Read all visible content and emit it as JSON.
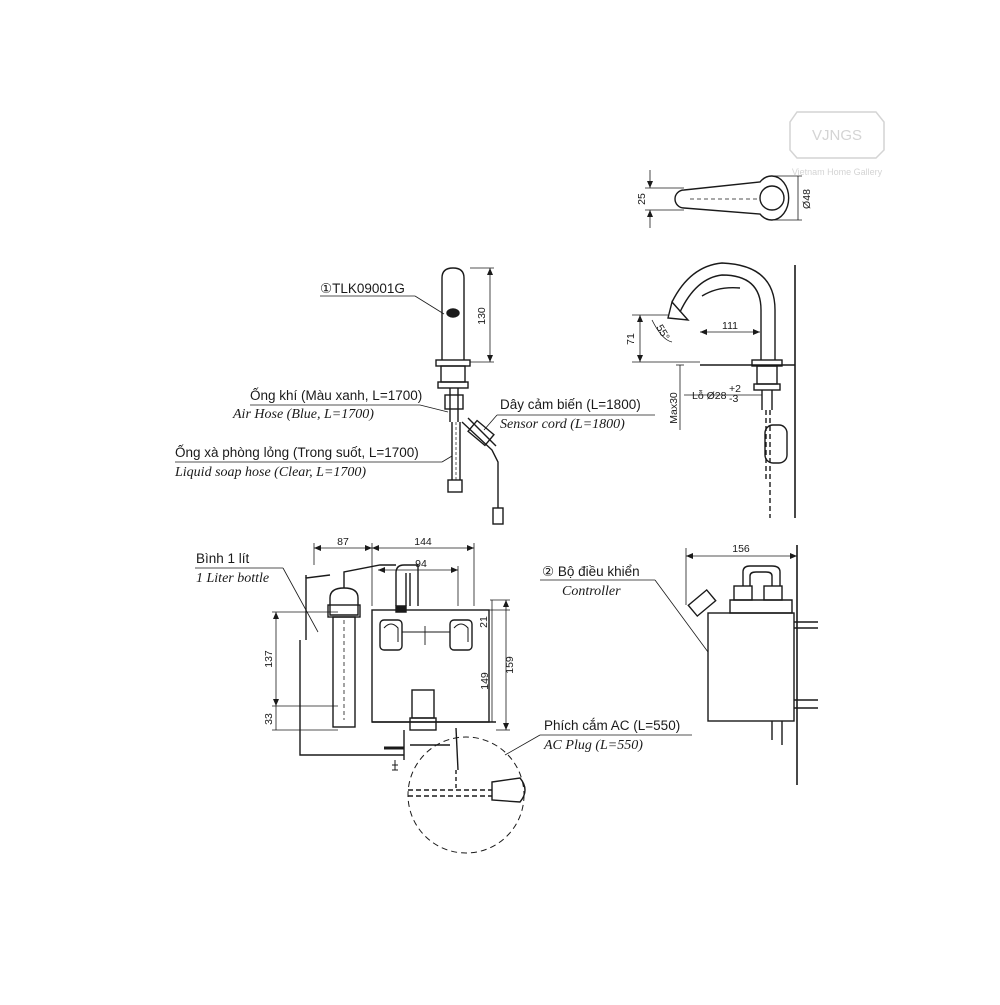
{
  "watermark": {
    "brand": "VJNGS",
    "tagline": "Vietnam Home Gallery"
  },
  "top_view": {
    "dim_25": "25",
    "dim_dia48": "Ø48"
  },
  "faucet_front": {
    "model": "①TLK09001G",
    "dim_130": "130",
    "air_hose": {
      "vi": "Ống khí (Màu xanh, L=1700)",
      "en": "Air Hose (Blue, L=1700)"
    },
    "soap_hose": {
      "vi": "Ống xà phòng lỏng (Trong suốt, L=1700)",
      "en": "Liquid soap hose (Clear, L=1700)"
    },
    "sensor_cord": {
      "vi": "Dây cảm biến (L=1800)",
      "en": "Sensor cord (L=1800)"
    }
  },
  "faucet_side": {
    "dim_111": "111",
    "dim_71": "71",
    "angle": "55°",
    "hole": "Lỗ Ø28",
    "tol_up": "+2",
    "tol_down": "-3",
    "max30": "Max30"
  },
  "controller_front": {
    "bottle": {
      "vi": "Bình 1 lít",
      "en": "1 Liter bottle"
    },
    "dim_87": "87",
    "dim_144": "144",
    "dim_94": "94",
    "dim_21": "21",
    "dim_137": "137",
    "dim_149": "149",
    "dim_159": "159",
    "dim_33": "33",
    "ac_plug": {
      "vi": "Phích cắm AC (L=550)",
      "en": "AC Plug (L=550)"
    }
  },
  "controller_side": {
    "dim_156": "156",
    "label": {
      "vi": "② Bộ điều khiển",
      "en": "Controller"
    }
  },
  "colors": {
    "line": "#1a1a1a",
    "background": "#ffffff",
    "watermark": "#d4d4d4"
  }
}
